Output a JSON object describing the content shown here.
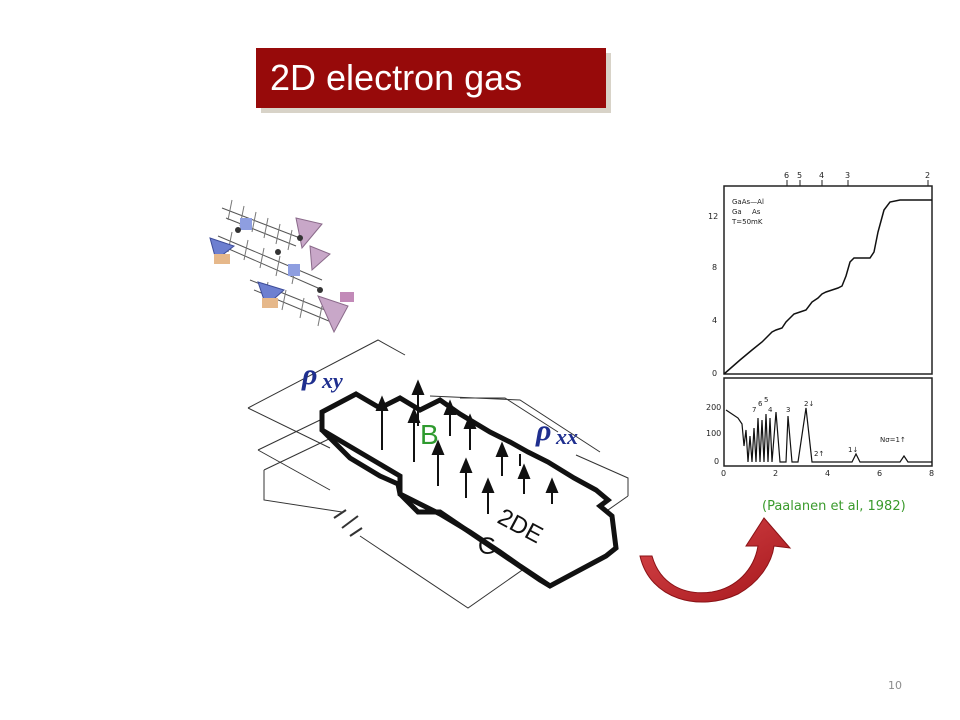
{
  "slide": {
    "title": "2D electron gas",
    "page_number": "10"
  },
  "device_figure": {
    "rho_xy": {
      "symbol": "ρ",
      "subscript": "xy"
    },
    "rho_xx": {
      "symbol": "ρ",
      "subscript": "xx"
    },
    "field_label": "B",
    "sample_label_line1": "2DE",
    "sample_label_line2": "G"
  },
  "qhe_figure": {
    "material": "GaAs—Al",
    "material_rest": "Ga",
    "material_rest2": "As",
    "temperature": "T=50mK",
    "top_ticks": [
      "6",
      "5",
      "4",
      "3",
      "2"
    ],
    "upper_y_ticks": [
      "12",
      "8",
      "4",
      "0"
    ],
    "lower_y_ticks": [
      "200",
      "100",
      "0"
    ],
    "x_ticks": [
      "0",
      "2",
      "4",
      "6",
      "8"
    ],
    "peak_labels": [
      "5",
      "4",
      "3",
      "2↓",
      "2↑",
      "1↓",
      "7",
      "6"
    ],
    "n_label": "Nσ=1↑",
    "citation": "(Paalanen et al, 1982)"
  },
  "colors": {
    "title_bg": "#970a0a",
    "rho_color": "#1f2f8f",
    "field_color": "#2e9a2e",
    "citation_color": "#3a9a2c",
    "arrow_color": "#c0262a"
  },
  "icons": [
    "curved-arrow-icon",
    "molecule-decoration-icon"
  ]
}
